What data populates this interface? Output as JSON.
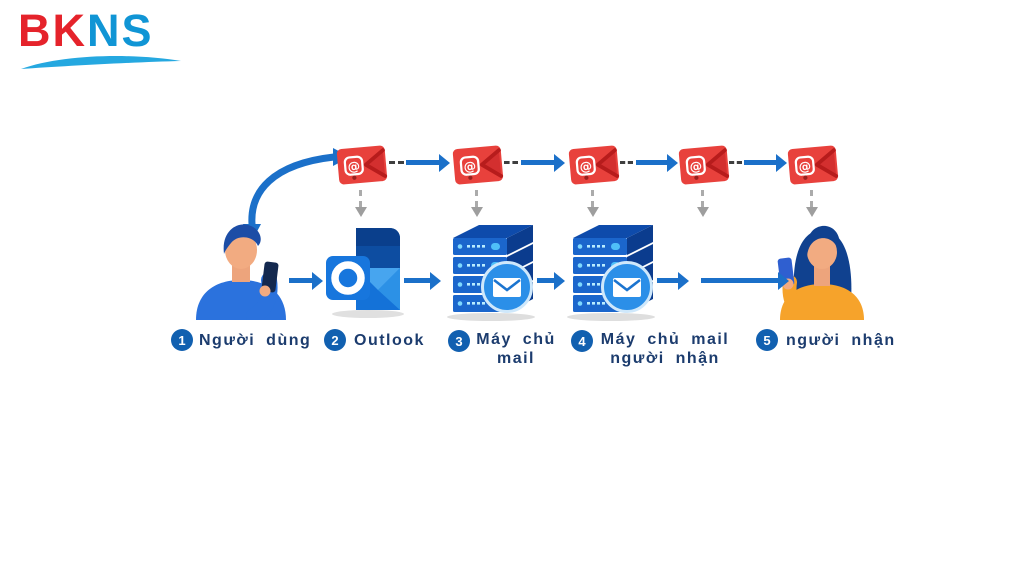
{
  "logo": {
    "part1": "BK",
    "part2": "NS"
  },
  "icons": {
    "at_glyph": "@"
  },
  "colors": {
    "logo_red": "#e5232b",
    "logo_blue": "#1095d5",
    "arrow_blue": "#1b70c9",
    "envelope_red": "#e8413c",
    "envelope_fold_red": "#b71c1c",
    "dash_dark_gray": "#3f3f3f",
    "dash_light_gray": "#ababab",
    "badge_blue": "#1160b0",
    "label_navy": "#1c3c6e",
    "server_blue": "#1b66cc",
    "outlook_blue": "#1472d8",
    "shirt_blue": "#2b72dd",
    "shirt_orange": "#f6a32b"
  },
  "message_envelopes": {
    "count": 5
  },
  "steps": [
    {
      "number": "1",
      "label": "Người dùng",
      "icon": "user-sender"
    },
    {
      "number": "2",
      "label": "Outlook",
      "icon": "outlook-app"
    },
    {
      "number": "3",
      "label_line1": "Máy chủ",
      "label_line2": "mail",
      "icon": "mail-server"
    },
    {
      "number": "4",
      "label_line1": "Máy chủ mail",
      "label_line2": "người nhận",
      "icon": "recipient-mail-server"
    },
    {
      "number": "5",
      "label": "người nhận",
      "icon": "user-recipient"
    }
  ]
}
